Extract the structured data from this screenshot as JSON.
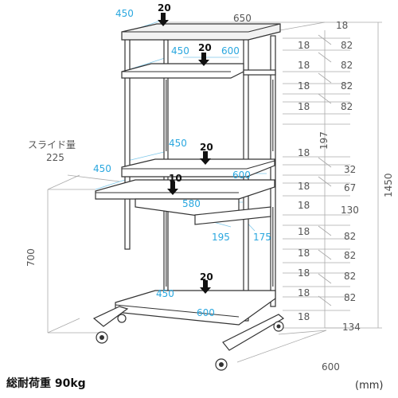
{
  "labels": {
    "top_depth": "450",
    "top_width": "650",
    "top_load": "20",
    "top_thickness": "18",
    "shelf1_depth": "450",
    "shelf1_width": "600",
    "shelf1_load": "20",
    "slide_label": "スライド量",
    "slide_value": "225",
    "shelf2_depth": "450",
    "shelf2_width": "600",
    "shelf2_load": "20",
    "kb_depth": "450",
    "kb_width": "580",
    "kb_load": "10",
    "kb_sub1": "195",
    "kb_sub2": "175",
    "bottom_depth": "450",
    "bottom_width": "600",
    "bottom_load": "20",
    "height_left": "700",
    "height_total": "1450",
    "height_mid": "197",
    "base_depth": "600",
    "footer_total_load": "総耐荷重 90kg",
    "unit": "(mm)"
  },
  "right_scale": [
    "18",
    "82",
    "18",
    "82",
    "18",
    "82",
    "18",
    "82",
    "18",
    "32",
    "18",
    "67",
    "18",
    "130",
    "18",
    "82",
    "18",
    "82",
    "18",
    "82",
    "18",
    "82",
    "18",
    "134"
  ]
}
